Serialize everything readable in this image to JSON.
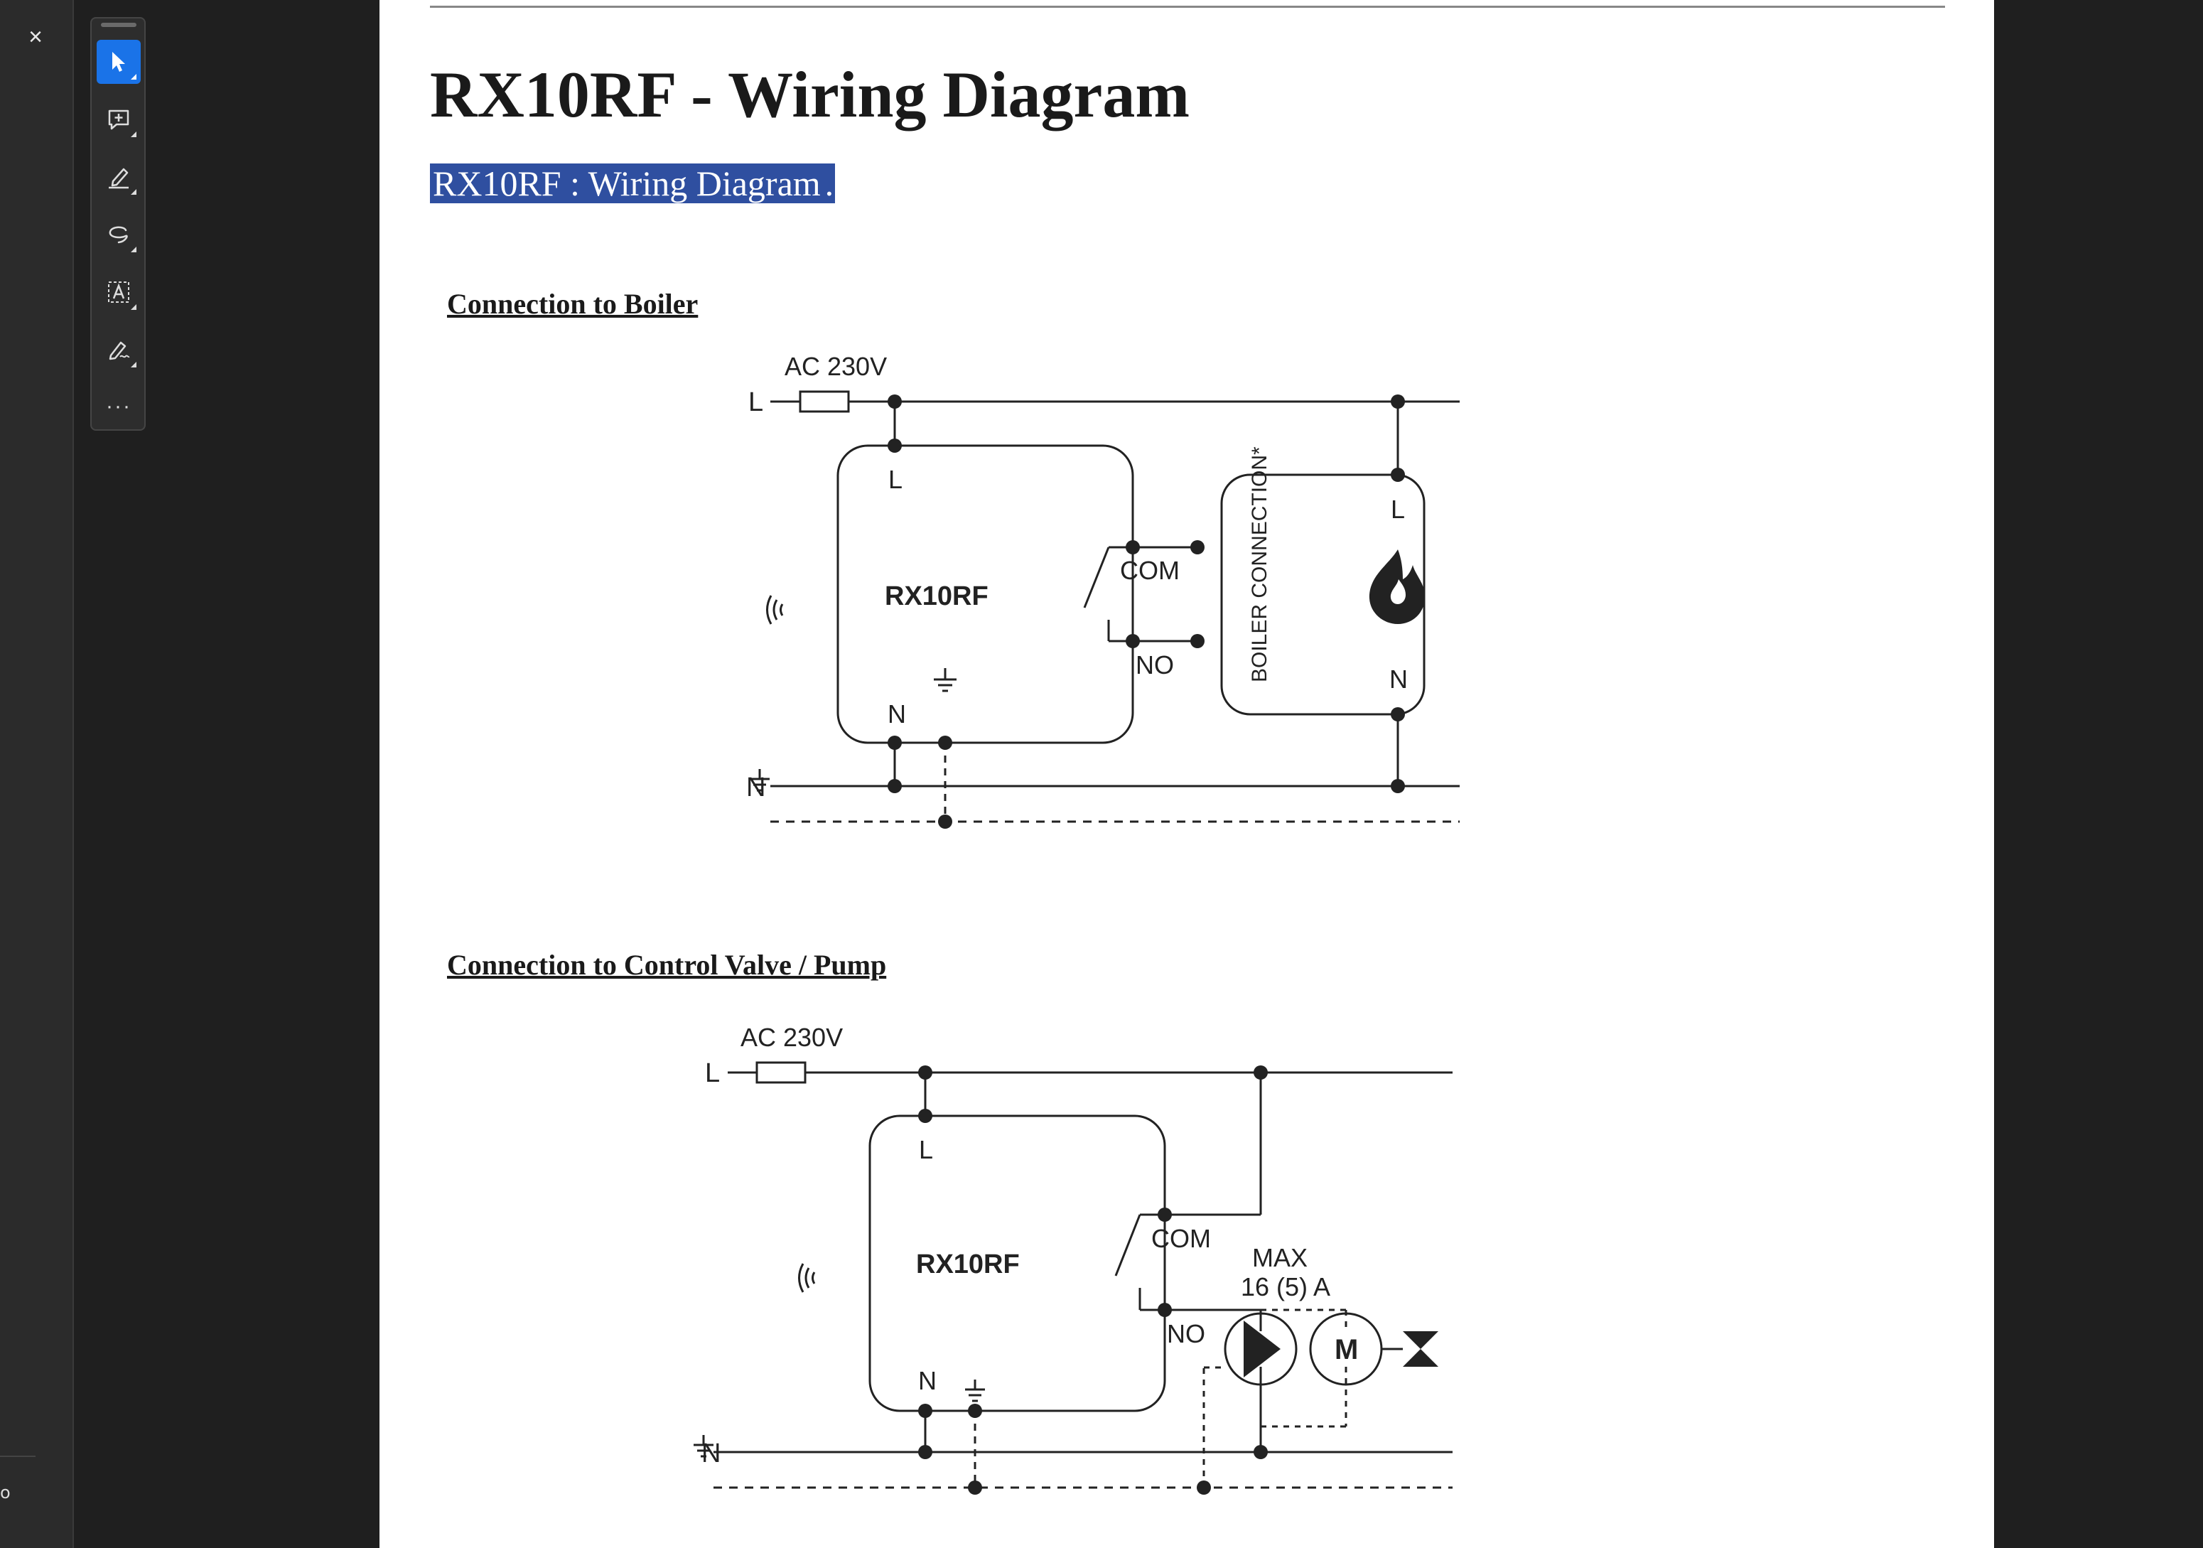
{
  "app": {
    "close_glyph": "×",
    "rail_glyph": "o",
    "more_glyph": "···",
    "accent_color": "#1a73e8",
    "selection_color": "#2f4fa0"
  },
  "toolbar": {
    "tools": [
      {
        "name": "select-tool",
        "icon": "cursor-arrow-icon",
        "active": true
      },
      {
        "name": "add-comment-tool",
        "icon": "comment-plus-icon",
        "active": false
      },
      {
        "name": "highlight-tool",
        "icon": "highlighter-pen-icon",
        "active": false
      },
      {
        "name": "draw-tool",
        "icon": "freehand-loop-icon",
        "active": false
      },
      {
        "name": "text-box-tool",
        "icon": "text-box-icon",
        "active": false
      },
      {
        "name": "sign-tool",
        "icon": "signature-pen-icon",
        "active": false
      }
    ]
  },
  "document": {
    "title": "RX10RF - Wiring Diagram",
    "subtitle_selected": "RX10RF : Wiring Diagram",
    "subtitle_tail": ".",
    "sections": [
      {
        "heading": "Connection to Boiler"
      },
      {
        "heading": "Connection to Control Valve / Pump"
      }
    ]
  },
  "diagram_boiler": {
    "supply_label": "AC 230V",
    "line_label": "L",
    "neutral_label": "N",
    "device_name": "RX10RF",
    "device_l": "L",
    "device_n": "N",
    "com_label": "COM",
    "no_label": "NO",
    "boiler_label": "BOILER CONNECTION*",
    "boiler_l": "L",
    "boiler_n": "N"
  },
  "diagram_pump": {
    "supply_label": "AC 230V",
    "line_label": "L",
    "neutral_label": "N",
    "device_name": "RX10RF",
    "device_l": "L",
    "device_n": "N",
    "com_label": "COM",
    "no_label": "NO",
    "max_label": "MAX",
    "rating_label": "16 (5) A",
    "motor_label": "M"
  }
}
